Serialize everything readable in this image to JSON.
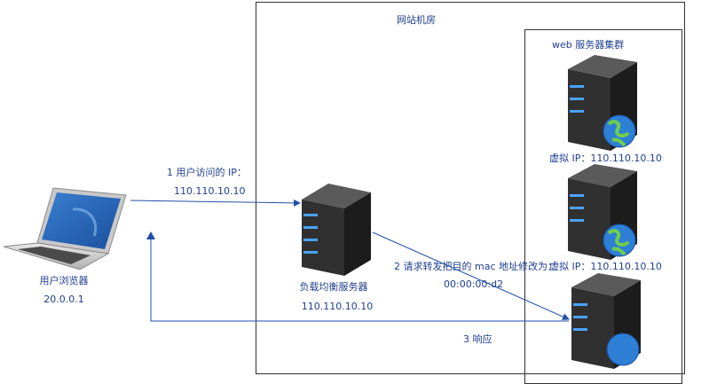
{
  "room_label": "网站机房",
  "cluster_label": "web 服务器集群",
  "client": {
    "name": "用户浏览器",
    "ip": "20.0.0.1"
  },
  "load_balancer": {
    "name": "负载均衡服务器",
    "ip": "110.110.10.10"
  },
  "web_servers": [
    {
      "vip": "虚拟 IP：110.110.10.10"
    },
    {
      "vip": "虚拟 IP：110.110.10.10"
    },
    {
      "vip": ""
    }
  ],
  "steps": {
    "step1_line1": "1 用户访问的 IP：",
    "step1_line2": "110.110.10.10",
    "step2_line1": "2 请求转发把目的 mac 地址修改为：",
    "step2_line2": "00:00:00:d2",
    "step3": "3 响应"
  },
  "colors": {
    "line": "#1f4fa8",
    "text": "#1f3f8f",
    "server_body": "#2b2b2b",
    "led": "#4aa3ff"
  }
}
